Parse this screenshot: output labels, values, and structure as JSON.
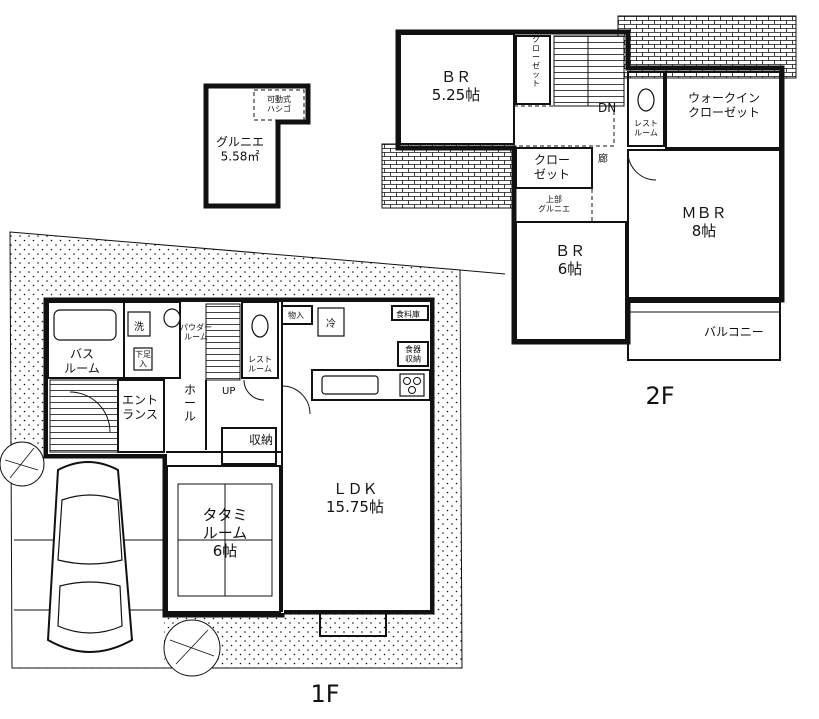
{
  "floor_1": {
    "label": "1F",
    "rooms": {
      "bath": "バス\nルーム",
      "wash": "洗",
      "powder": "パウダー\nルーム",
      "rest": "レスト\nルーム",
      "storage_small": "物入",
      "fridge": "冷",
      "shoe": "下足\n入",
      "entrance": "エント\nランス",
      "hall": "ホール",
      "up": "UP",
      "closet": "収納",
      "tatami": "タタミ\nルーム\n6帖",
      "ldk": "ＬＤＫ\n15.75帖",
      "pantry": "食料庫",
      "counter": "食器\n収納"
    }
  },
  "floor_2": {
    "label": "2F",
    "rooms": {
      "grenier": "グルニエ\n5.58㎡",
      "ladder": "可動式\nハシゴ",
      "br_top": "ＢＲ\n5.25帖",
      "closet_top": "クローゼット",
      "dn": "DN",
      "walkin": "ウォークイン\nクローゼット",
      "rest2": "レスト\nルーム",
      "closet_mid": "クロー\nゼット",
      "corridor": "廊",
      "upper_grenier": "上部\nグルニエ",
      "br_mid": "ＢＲ\n6帖",
      "mbr": "ＭＢＲ\n8帖",
      "balcony": "バルコニー"
    }
  }
}
